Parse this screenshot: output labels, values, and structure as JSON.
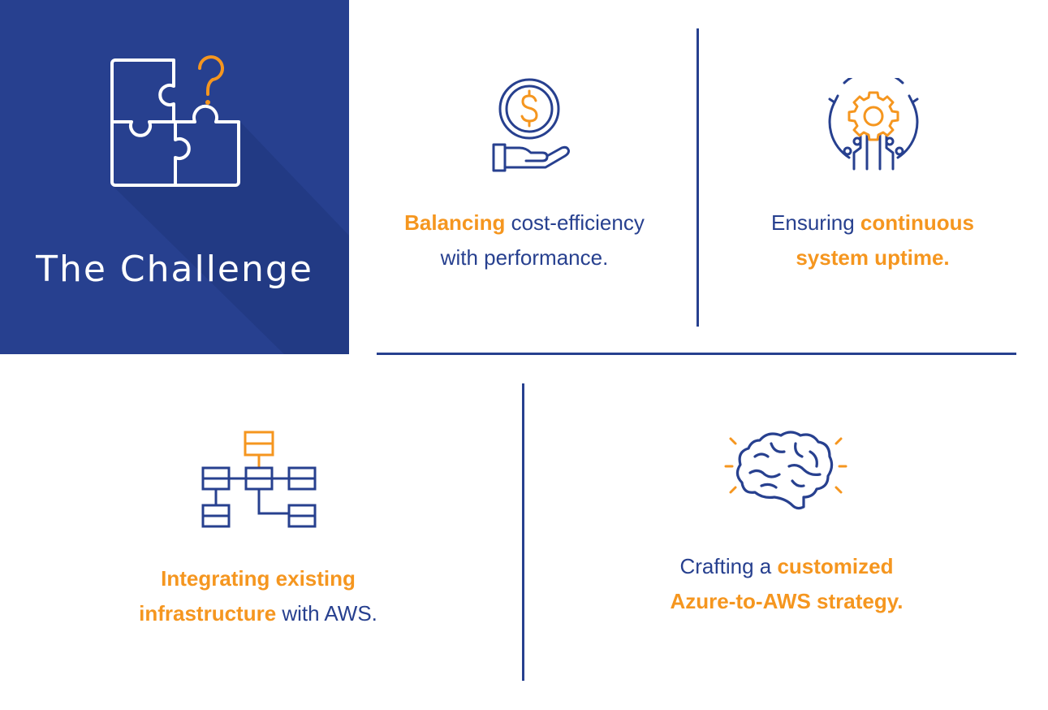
{
  "hero": {
    "title": "The Challenge"
  },
  "cards": [
    {
      "icon": "hand-dollar-icon",
      "line1": {
        "highlight": "Balancing",
        "text": " cost-efficiency"
      },
      "line2": {
        "text": "with performance."
      }
    },
    {
      "icon": "gear-circuit-icon",
      "line1": {
        "text": "Ensuring ",
        "highlight": "continuous"
      },
      "line2": {
        "highlight": "system uptime."
      }
    },
    {
      "icon": "network-blocks-icon",
      "line1": {
        "highlight": "Integrating existing"
      },
      "line2": {
        "highlight": "infrastructure",
        "text": " with AWS."
      }
    },
    {
      "icon": "brain-icon",
      "line1": {
        "text": "Crafting a ",
        "highlight": "customized"
      },
      "line2": {
        "highlight": "Azure-to-AWS strategy."
      }
    }
  ],
  "colors": {
    "navy": "#27408f",
    "orange": "#f5961f",
    "white": "#ffffff"
  },
  "hero_icon": "puzzle-question-icon"
}
